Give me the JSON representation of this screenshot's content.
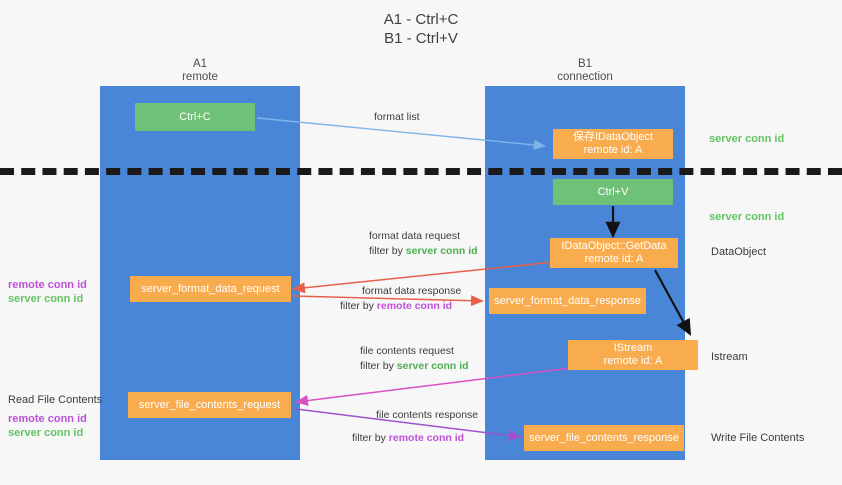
{
  "title": {
    "line1": "A1 - Ctrl+C",
    "line2": "B1 - Ctrl+V"
  },
  "lanes": [
    {
      "name": "A1",
      "sub": "remote"
    },
    {
      "name": "B1",
      "sub": "connection"
    }
  ],
  "boxes": {
    "ctrl_c": {
      "line1": "Ctrl+C",
      "line2": ""
    },
    "save_dataobject": {
      "line1": "保存IDataObject",
      "line2": "remote id: A"
    },
    "ctrl_v": {
      "line1": "Ctrl+V",
      "line2": ""
    },
    "getdata": {
      "line1": "IDataObject::GetData",
      "line2": "remote id: A"
    },
    "fmt_req": {
      "line1": "server_format_data_request",
      "line2": ""
    },
    "fmt_resp": {
      "line1": "server_format_data_response",
      "line2": ""
    },
    "istream": {
      "line1": "IStream",
      "line2": "remote id: A"
    },
    "file_req": {
      "line1": "server_file_contents_request",
      "line2": ""
    },
    "file_resp": {
      "line1": "server_file_contents_response",
      "line2": ""
    }
  },
  "edges": {
    "format_list": {
      "line1": "format list",
      "line2": "",
      "line2_hl": ""
    },
    "fmt_data_request": {
      "line1": "format data request",
      "line2": "filter by ",
      "line2_hl": "server conn id"
    },
    "fmt_data_response": {
      "line1": "format data response",
      "line2": "filter by ",
      "line2_hl": "remote conn id"
    },
    "file_request": {
      "line1": "file contents request",
      "line2": "filter by ",
      "line2_hl": "server conn id"
    },
    "file_response": {
      "line1": "file contents response",
      "line2": "filter by ",
      "line2_hl": "remote conn id"
    }
  },
  "notes": {
    "left_conn_ids_top": {
      "purple": "remote conn id",
      "green": "server conn id"
    },
    "read_file_contents": {
      "text": "Read File Contents"
    },
    "left_conn_ids_bottom": {
      "purple": "remote conn id",
      "green": "server conn id"
    },
    "right_server_conn_1": {
      "text": "server conn id"
    },
    "right_server_conn_2": {
      "text": "server conn id"
    },
    "dataobject": {
      "text": "DataObject"
    },
    "istream": {
      "text": "Istream"
    },
    "write_file_contents": {
      "text": "Write File Contents"
    }
  },
  "colors": {
    "background": "#f7f7f7",
    "lane": "#4a86d8",
    "box_green": "#6fc177",
    "box_orange": "#f9ac4d",
    "arrow_blue": "#7fb4e8",
    "arrow_red": "#e8604c",
    "arrow_magenta": "#d94fc4",
    "arrow_purple": "#a24fd0",
    "arrow_black": "#111111",
    "text_green": "#4caf50",
    "text_purple": "#c050d8"
  }
}
